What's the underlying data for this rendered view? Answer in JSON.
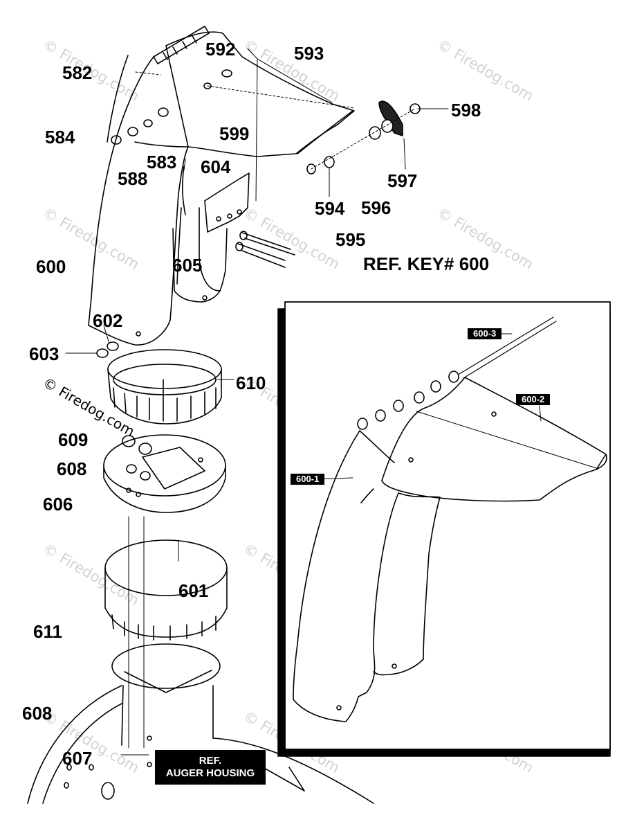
{
  "watermark": "© Firedog.com",
  "ref_key": "REF. KEY# 600",
  "labels": {
    "582": "582",
    "583": "583",
    "584": "584",
    "588": "588",
    "592": "592",
    "593": "593",
    "594": "594",
    "595": "595",
    "596": "596",
    "597": "597",
    "598": "598",
    "599": "599",
    "600": "600",
    "601": "601",
    "602": "602",
    "603": "603",
    "604": "604",
    "605": "605",
    "606": "606",
    "607": "607",
    "608a": "608",
    "608b": "608",
    "609": "609",
    "610": "610",
    "611": "611"
  },
  "inset_tags": {
    "t6001": "600-1",
    "t6002": "600-2",
    "t6003": "600-3"
  },
  "auger_housing": {
    "line1": "REF.",
    "line2": "AUGER HOUSING"
  }
}
